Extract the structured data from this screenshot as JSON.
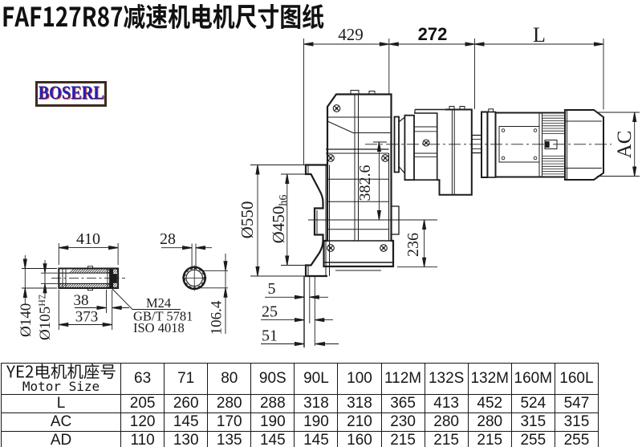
{
  "header": {
    "title": "FAF127R87减速机电机尺寸图纸"
  },
  "logo": {
    "text": "BOSERL"
  },
  "colors": {
    "line": "#1c1c1c",
    "background": "#ffffff",
    "logo_text": "#2121b4",
    "logo_shadow": "#c23a2e",
    "logo_border": "#3f2a23"
  },
  "drawing": {
    "dims": {
      "w429": "429",
      "w272": "272",
      "wL": "L",
      "wAC": "AC",
      "od550": "Ø550",
      "od450": "Ø450",
      "od450s": "h6",
      "h382": "382.6",
      "h236": "236",
      "o5": "5",
      "o25": "25",
      "o51": "51",
      "s410": "410",
      "s28": "28",
      "s38": "38",
      "s373": "373",
      "od140": "Ø140",
      "od105": "Ø105",
      "od105s": "H7",
      "k106": "106.4"
    },
    "note": {
      "l1": "M24",
      "l2": "GB/T 5781",
      "l3": "ISO 4018"
    }
  },
  "table": {
    "row_header": {
      "line1": "YE2电机机座号",
      "line2": "Motor Size"
    },
    "columns": [
      "63",
      "71",
      "80",
      "90S",
      "90L",
      "100",
      "112M",
      "132S",
      "132M",
      "160M",
      "160L"
    ],
    "rows": [
      {
        "label": "L",
        "values": [
          "205",
          "260",
          "280",
          "288",
          "318",
          "318",
          "365",
          "413",
          "452",
          "524",
          "547"
        ]
      },
      {
        "label": "AC",
        "values": [
          "120",
          "145",
          "170",
          "190",
          "190",
          "210",
          "230",
          "280",
          "280",
          "315",
          "315"
        ]
      },
      {
        "label": "AD",
        "values": [
          "110",
          "130",
          "135",
          "145",
          "145",
          "160",
          "215",
          "215",
          "215",
          "255",
          "255"
        ]
      }
    ]
  }
}
